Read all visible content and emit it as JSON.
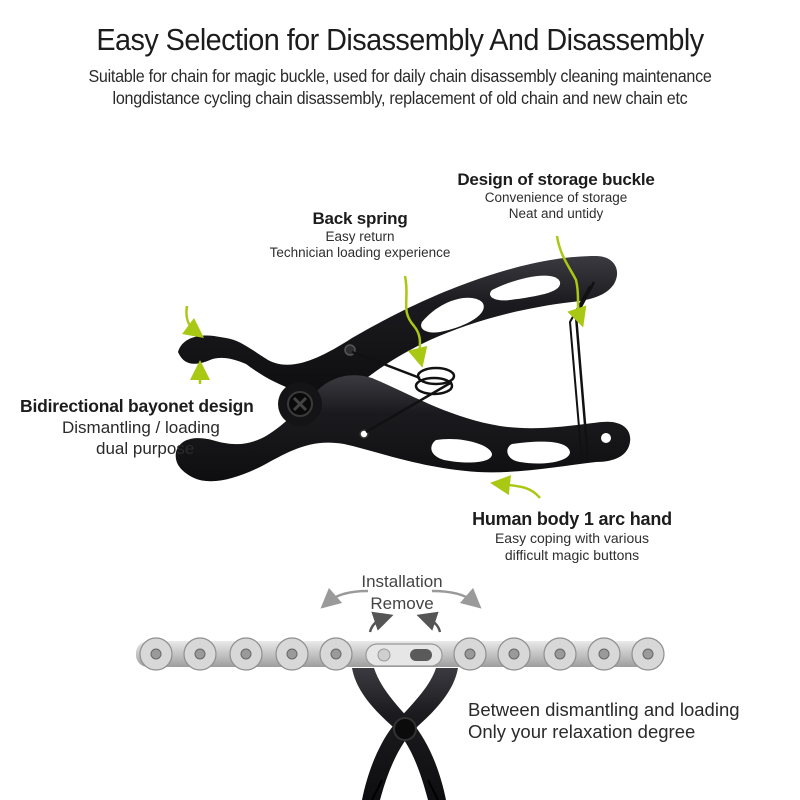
{
  "header": {
    "title": "Easy Selection for Disassembly And Disassembly",
    "subtitle_line1": "Suitable for chain for magic buckle, used for daily chain disassembly cleaning maintenance",
    "subtitle_line2": "longdistance cycling chain disassembly, replacement of old chain and new chain etc"
  },
  "callouts": {
    "storage_buckle": {
      "heading": "Design of storage buckle",
      "line1": "Convenience of storage",
      "line2": "Neat and untidy"
    },
    "back_spring": {
      "heading": "Back spring",
      "line1": "Easy return",
      "line2": "Technician loading experience"
    },
    "bayonet": {
      "heading": "Bidirectional bayonet design",
      "line1": "Dismantling / loading",
      "line2": "dual purpose"
    },
    "arc_hand": {
      "heading": "Human body 1 arc hand",
      "line1": "Easy coping with various",
      "line2": "difficult magic buttons"
    }
  },
  "usage": {
    "install_label": "Installation",
    "remove_label": "Remove",
    "caption_line1": "Between dismantling and loading",
    "caption_line2": "Only your relaxation degree"
  },
  "colors": {
    "arrow_green": "#a8c814",
    "tool_black": "#1a1a1e",
    "chain_silver": "#c9c9c9",
    "gray_arrow": "#9a9a9a"
  },
  "icons": {
    "pointer_arrows": "curved-arrow",
    "tool": "chain-link-plier",
    "chain": "bicycle-chain"
  }
}
